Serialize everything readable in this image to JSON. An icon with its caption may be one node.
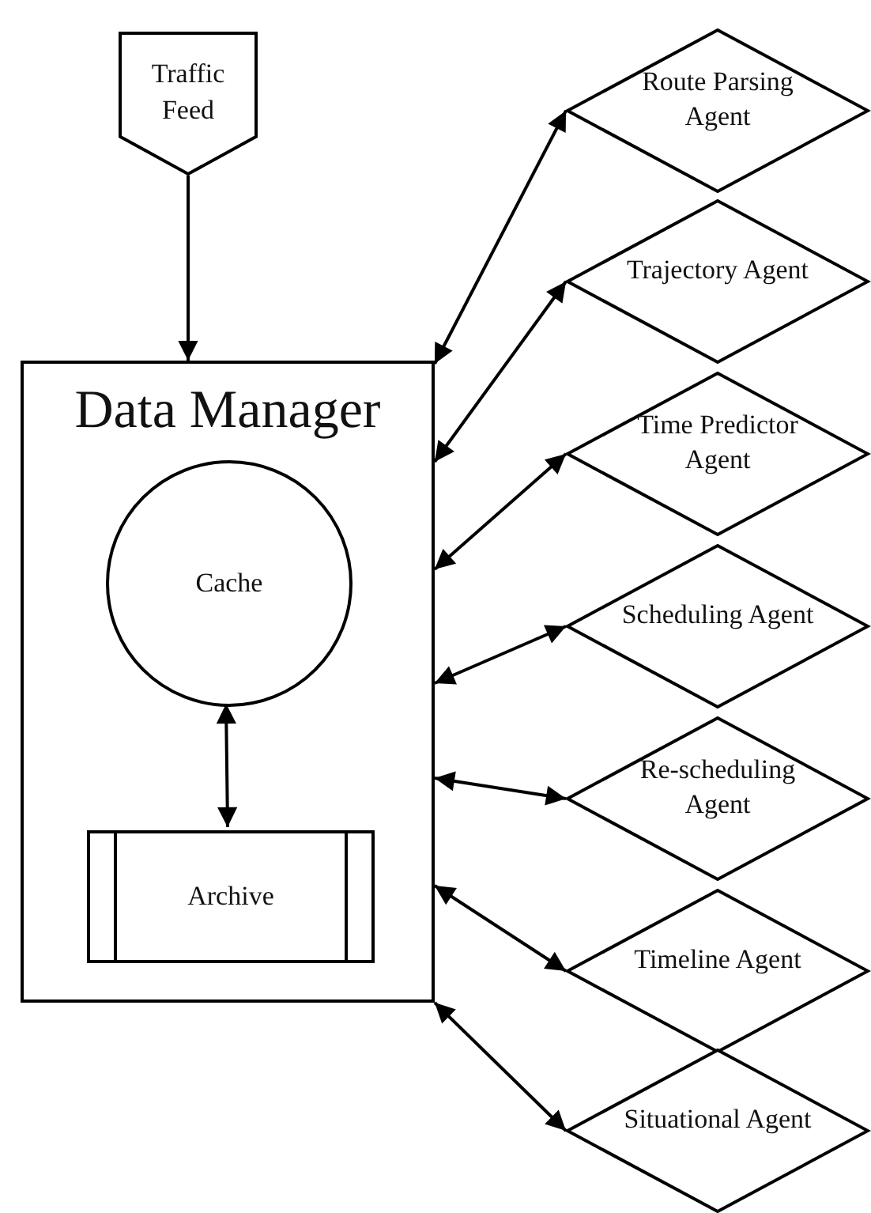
{
  "diagram": {
    "nodes": [
      {
        "text": [
          "Traffic Feed"
        ]
      },
      {
        "text": [
          "Data Manager"
        ]
      },
      {
        "text": [
          "Cache"
        ],
        "in": 1
      },
      {
        "text": [
          "Archive"
        ],
        "in": 1
      },
      {
        "text": [
          "Route Parsing Agent"
        ]
      },
      {
        "text": [
          "Trajectory Agent"
        ]
      },
      {
        "text": [
          "Time Predictor Agent"
        ]
      },
      {
        "text": [
          "Scheduling Agent"
        ]
      },
      {
        "text": [
          "Re-scheduling Agent"
        ]
      },
      {
        "text": [
          "Timeline Agent"
        ]
      },
      {
        "text": [
          "Situational Agent"
        ]
      }
    ],
    "edges": [
      {
        "from": 0,
        "to": 1,
        "arrow": "to"
      },
      {
        "from": 2,
        "to": 3,
        "arrow": "both"
      },
      {
        "from": 1,
        "to": 4,
        "arrow": "both"
      },
      {
        "from": 1,
        "to": 5,
        "arrow": "both"
      },
      {
        "from": 1,
        "to": 6,
        "arrow": "both"
      },
      {
        "from": 1,
        "to": 7,
        "arrow": "both"
      },
      {
        "from": 1,
        "to": 8,
        "arrow": "both"
      },
      {
        "from": 1,
        "to": 9,
        "arrow": "both"
      },
      {
        "from": 1,
        "to": 10,
        "arrow": "both"
      }
    ]
  }
}
